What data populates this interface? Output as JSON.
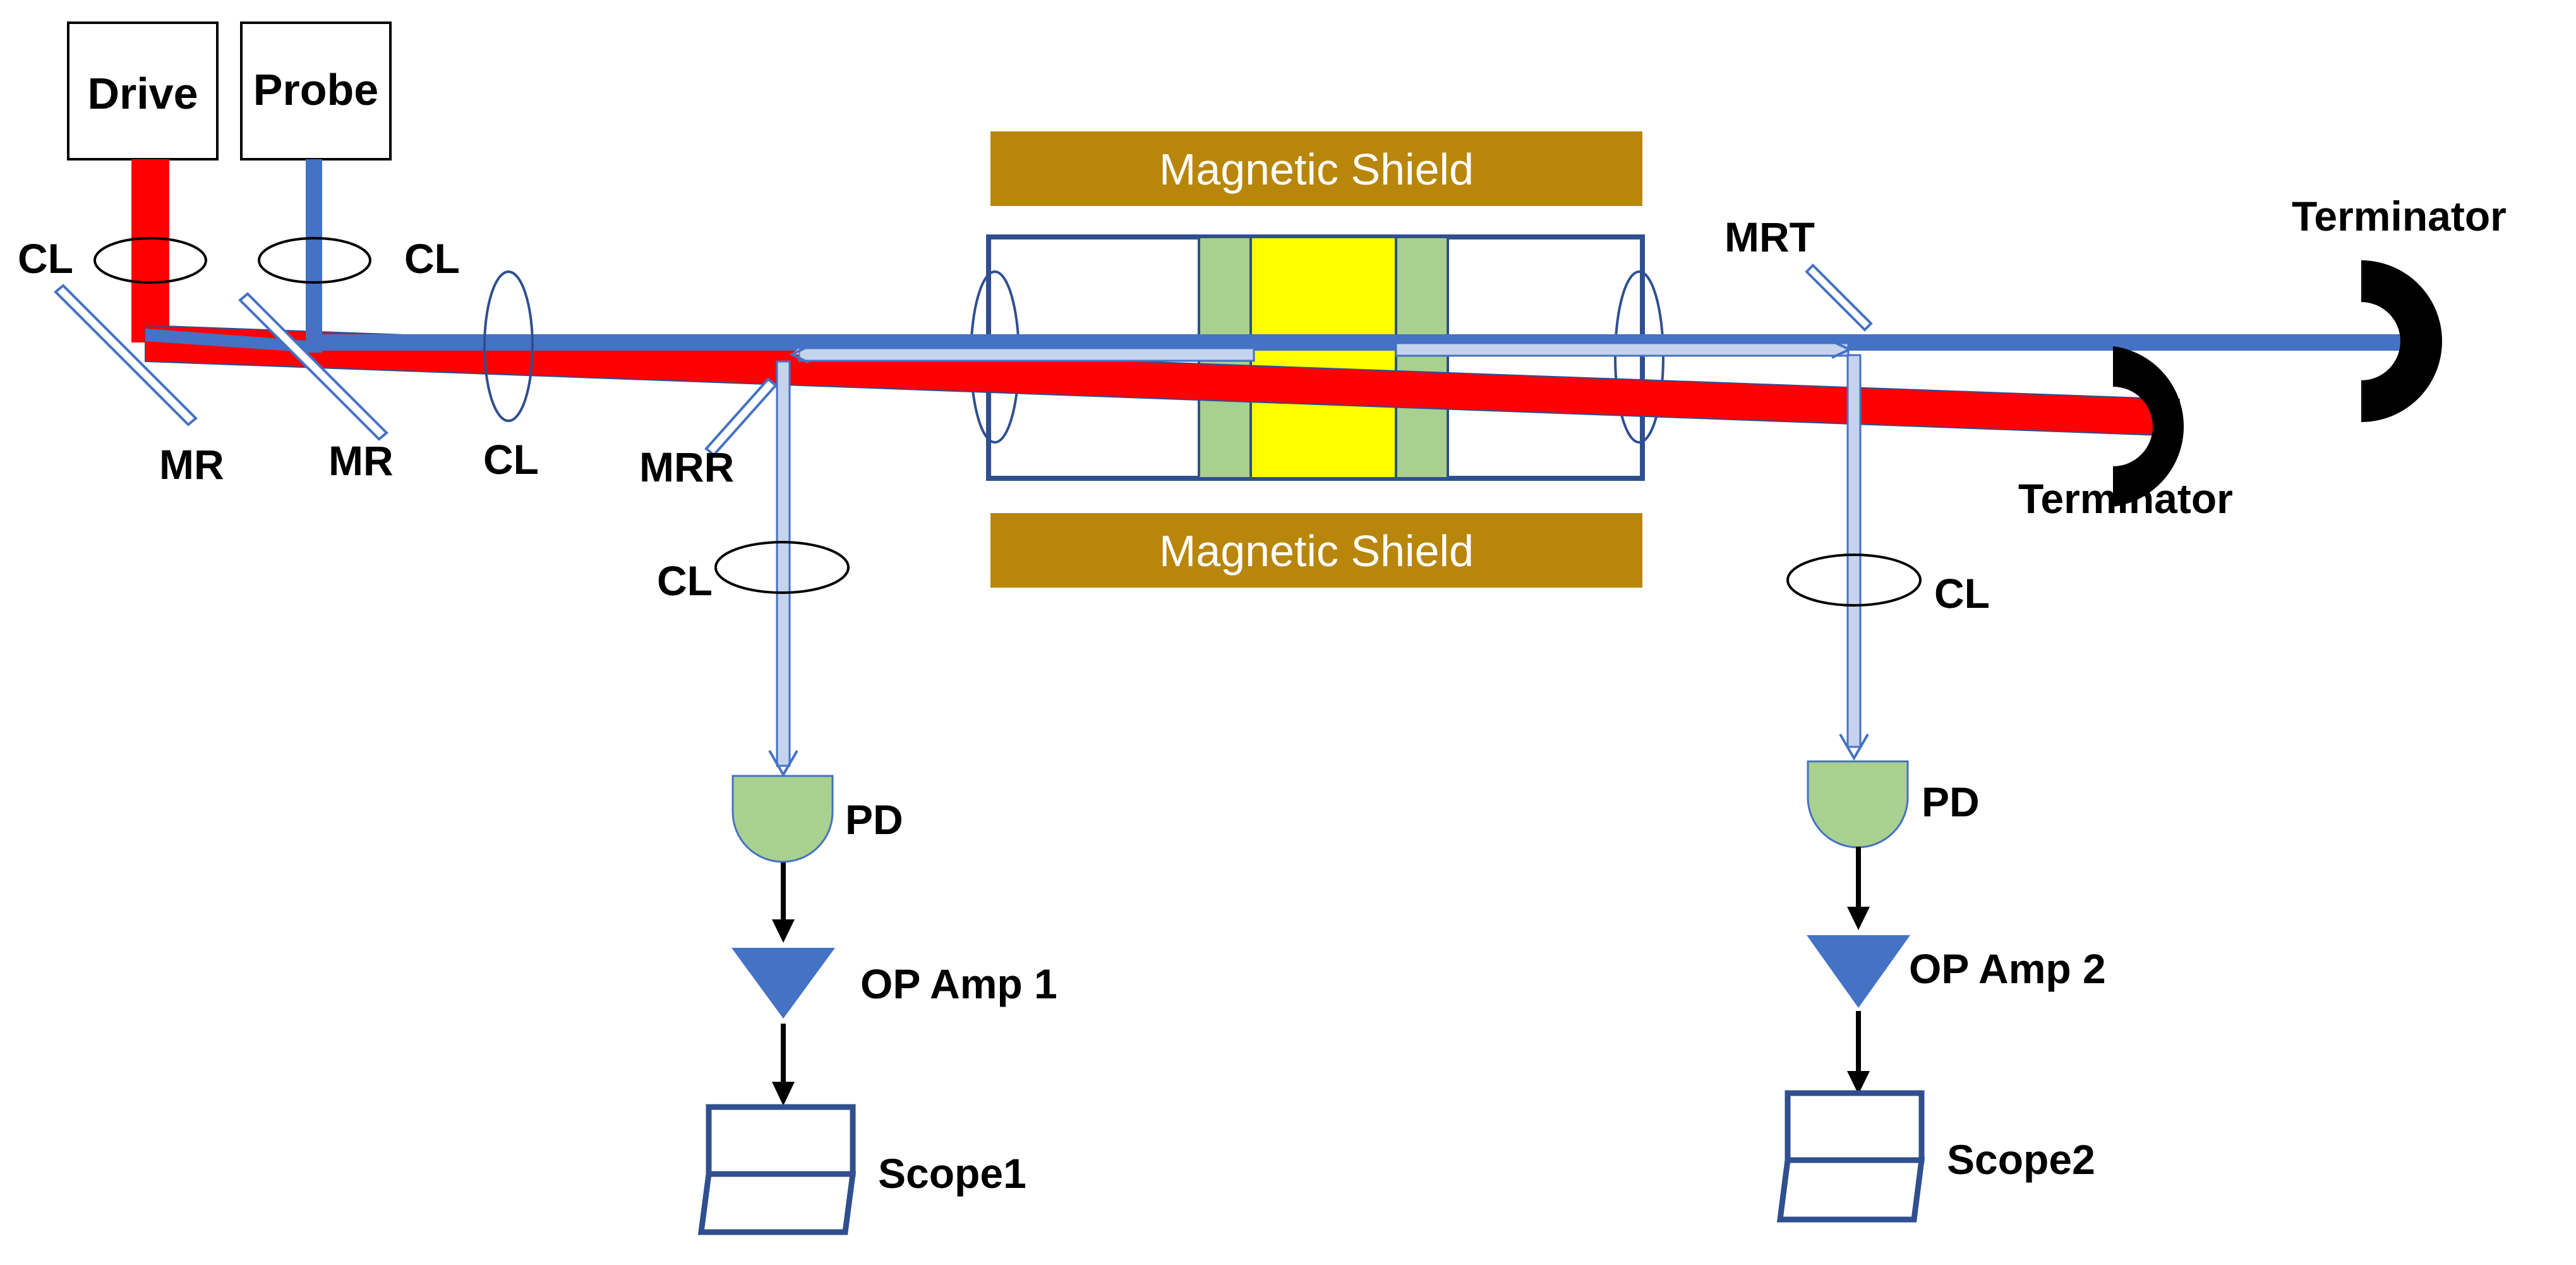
{
  "sources": {
    "drive": "Drive",
    "probe": "Probe"
  },
  "shields": {
    "top": "Magnetic Shield",
    "bottom": "Magnetic Shield"
  },
  "terminators": {
    "upper": "Terminator",
    "lower": "Terminator"
  },
  "optics": {
    "cl_drive": "CL",
    "cl_probe": "CL",
    "mr_drive": "MR",
    "mr_probe": "MR",
    "cl_beam": "CL",
    "mrr": "MRR",
    "mrt": "MRT",
    "cl_left": "CL",
    "cl_right": "CL"
  },
  "detectors": {
    "pd_left": "PD",
    "pd_right": "PD",
    "amp_left": "OP Amp 1",
    "amp_right": "OP Amp 2",
    "scope_left": "Scope1",
    "scope_right": "Scope2"
  },
  "colors": {
    "drive_beam": "#ff0000",
    "probe_beam": "#4472c4",
    "return_beam": "#c5d3ec",
    "shield": "#b8860b",
    "cell": "#ffff00",
    "cell_window": "#a9d08e",
    "pd": "#a9d08e",
    "amp": "#4472c4",
    "scope": "#2f4f8f",
    "terminator": "#000000"
  }
}
